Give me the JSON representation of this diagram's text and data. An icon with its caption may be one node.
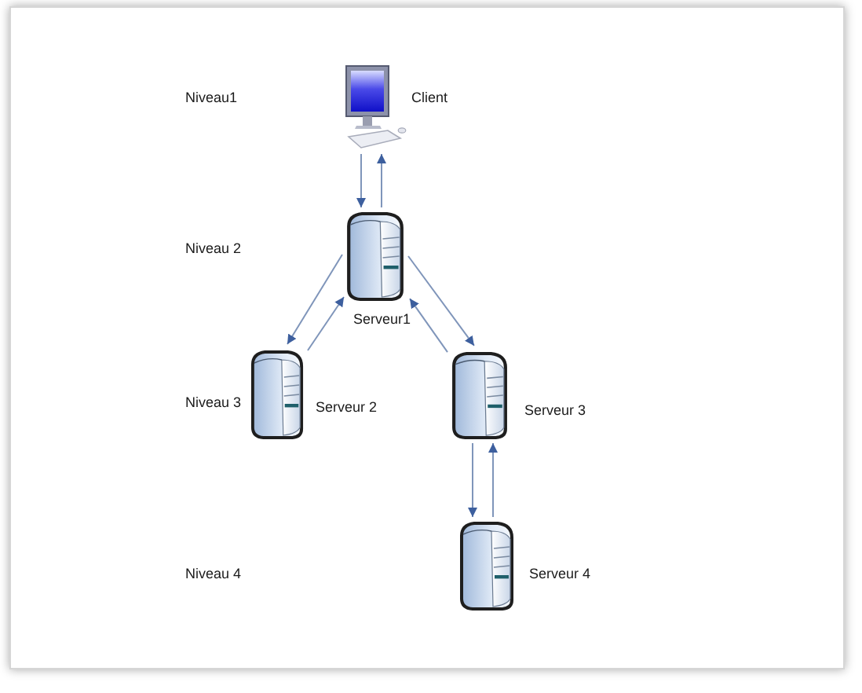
{
  "diagram": {
    "nodes": [
      {
        "text": [],
        "shape": "picture",
        "beside": [
          "Client"
        ]
      },
      {
        "text": [],
        "shape": "picture",
        "beside": [
          "Serveur1"
        ]
      },
      {
        "text": [],
        "shape": "picture",
        "beside": [
          "Serveur 2"
        ]
      },
      {
        "text": [],
        "shape": "picture",
        "beside": [
          "Serveur 3"
        ]
      },
      {
        "text": [],
        "shape": "picture",
        "beside": [
          "Serveur 4"
        ]
      }
    ],
    "edges": [
      {
        "from": 0,
        "to": 1,
        "arrow": "to"
      },
      {
        "from": 1,
        "to": 0,
        "arrow": "to"
      },
      {
        "from": 1,
        "to": 2,
        "arrow": "to"
      },
      {
        "from": 2,
        "to": 1,
        "arrow": "to"
      },
      {
        "from": 1,
        "to": 3,
        "arrow": "to"
      },
      {
        "from": 3,
        "to": 1,
        "arrow": "to"
      },
      {
        "from": 3,
        "to": 4,
        "arrow": "to"
      },
      {
        "from": 4,
        "to": 3,
        "arrow": "to"
      }
    ],
    "labels": [
      "Niveau1",
      "Niveau 2",
      "Niveau 3",
      "Niveau 4"
    ]
  }
}
